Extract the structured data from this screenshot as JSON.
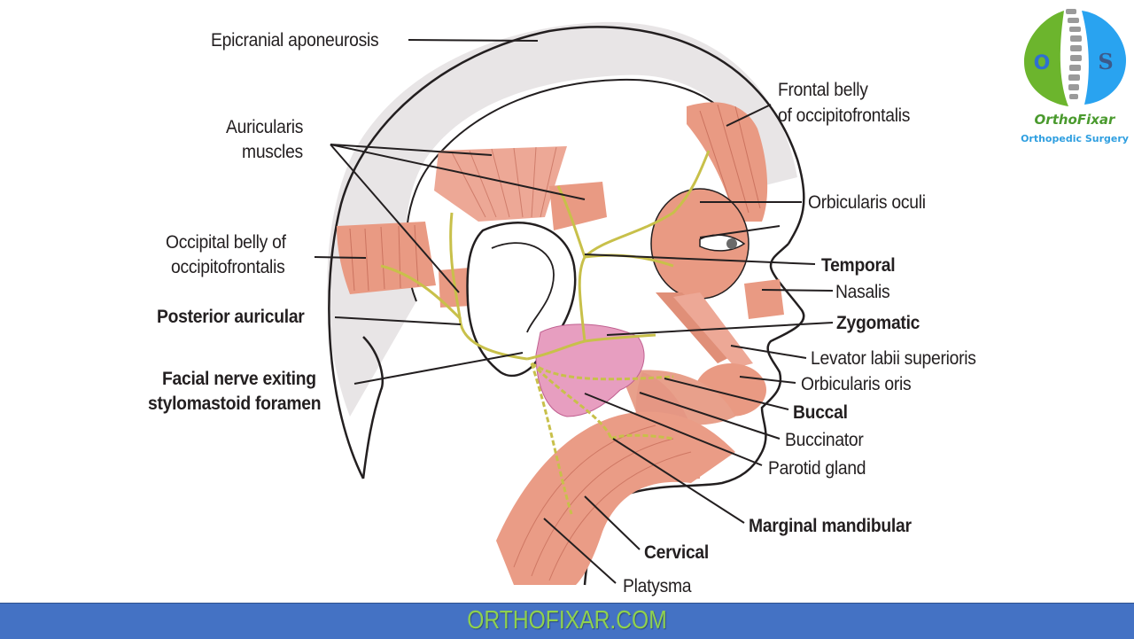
{
  "diagram": {
    "subject": "Facial nerve branches and muscles of facial expression (lateral view of head)",
    "labels": {
      "epicranial_aponeurosis": "Epicranial aponeurosis",
      "auricularis_1": "Auricularis",
      "auricularis_2": "muscles",
      "occipital_belly_1": "Occipital belly of",
      "occipital_belly_2": "occipitofrontalis",
      "posterior_auricular": "Posterior auricular",
      "facial_nerve_1": "Facial nerve exiting",
      "facial_nerve_2": "stylomastoid foramen",
      "frontal_belly_1": "Frontal belly",
      "frontal_belly_2": "of occipitofrontalis",
      "orbicularis_oculi": "Orbicularis oculi",
      "temporal": "Temporal",
      "nasalis": "Nasalis",
      "zygomatic": "Zygomatic",
      "levator_labii": "Levator labii superioris",
      "orbicularis_oris": "Orbicularis oris",
      "buccal": "Buccal",
      "buccinator": "Buccinator",
      "parotid_gland": "Parotid gland",
      "marginal_mandibular": "Marginal mandibular",
      "cervical": "Cervical",
      "platysma": "Platysma"
    },
    "nerve_branches_bold": [
      "Posterior auricular",
      "Facial nerve exiting stylomastoid foramen",
      "Temporal",
      "Zygomatic",
      "Buccal",
      "Marginal mandibular",
      "Cervical"
    ],
    "colors": {
      "muscle": "#e99a83",
      "muscle_dark": "#c8705a",
      "aponeurosis": "#e6e3e4",
      "nerve": "#c8c04a",
      "parotid": "#e79ec0",
      "outline": "#231f20"
    }
  },
  "logo": {
    "name": "OrthoFixar",
    "tagline": "Orthopedic Surgery",
    "left_glyph": "O",
    "right_glyph": "S",
    "green": "#6cb52d",
    "blue": "#29a3f0"
  },
  "footer": {
    "site": "ORTHOFIXAR.COM",
    "bg": "#4472c4",
    "text_color": "#8fd14f"
  }
}
